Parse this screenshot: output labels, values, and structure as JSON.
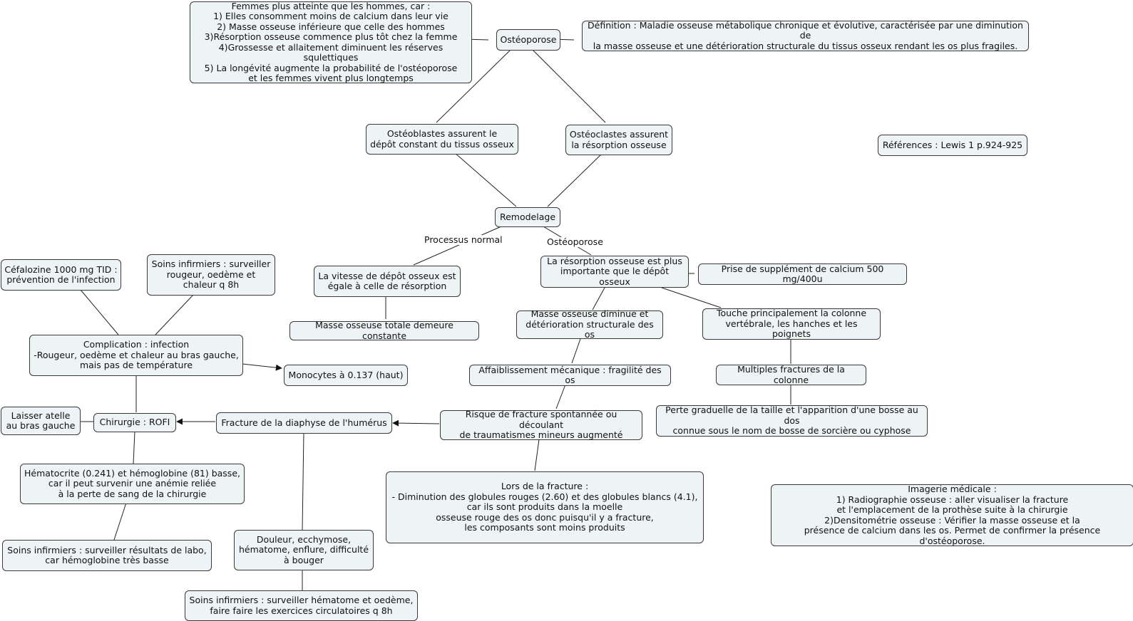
{
  "nodes": {
    "osteoporose": "Ostéoporose",
    "femmes": "Femmes plus atteinte que les hommes, car :\n1) Elles consomment moins de calcium dans leur vie\n2) Masse osseuse inférieure que celle des hommes\n3)Résorption osseuse commence plus tôt chez la femme\n4)Grossesse et allaitement diminuent les réserves squlettiques\n5) La longévité augmente la probabilité de l'ostéoporose\net les femmes vivent plus longtemps",
    "definition": "Définition : Maladie osseuse métabolique chronique et évolutive, caractérisée par une diminution de\nla masse osseuse et une détérioration structurale du tissus osseux rendant les os plus fragiles.",
    "osteoblastes": "Ostéoblastes assurent le\ndépôt constant du tissus osseux",
    "osteoclastes": "Ostéoclastes assurent\nla résorption osseuse",
    "references": "Références : Lewis 1 p.924-925",
    "remodelage": "Remodelage",
    "vitesse": "La vitesse de dépôt osseux est\négale à celle de résorption",
    "masse_constante": "Masse osseuse totale demeure constante",
    "resorption": "La résorption osseuse est plus\nimportante que le dépôt osseux",
    "calcium": "Prise de supplément de calcium 500 mg/400u",
    "masse_diminue": "Masse osseuse diminue et\ndétérioration structurale des os",
    "touche": "Touche principalement la colonne\nvertébrale, les hanches et les poignets",
    "affaiblissement": "Affaiblissement mécanique : fragilité des os",
    "multiples": "Multiples fractures de la colonne",
    "perte": "Perte graduelle de la taille et l'apparition d'une bosse au dos\nconnue sous le nom de bosse de sorcière ou cyphose",
    "risque": "Risque de fracture spontannée ou découlant\nde traumatismes mineurs augmenté",
    "fracture_humerus": "Fracture de la diaphyse de l'humérus",
    "lors_fracture": "Lors de la fracture :\n- Diminution des globules rouges (2.60) et des  globules blancs (4.1),\ncar ils sont produits dans la moelle\nosseuse rouge des os donc puisqu'il y a fracture,\nles composants sont moins produits",
    "imagerie": "Imagerie médicale :\n1) Radiographie osseuse : aller visualiser la fracture\net l'emplacement de la prothèse suite à la chirurgie\n2)Densitométrie osseuse : Vérifier la masse osseuse et la\nprésence de calcium dans les os. Permet de confirmer la présence d'ostéoporose.",
    "chirurgie": "Chirurgie : ROFI",
    "atelle": "Laisser atelle\nau bras gauche",
    "complication": "Complication : infection\n-Rougeur, oedème et chaleur au bras gauche,\nmais pas de température",
    "monocytes": "Monocytes à 0.137 (haut)",
    "cefalozine": "Céfalozine 1000 mg TID :\nprévention de l'infection",
    "soins_rougeur": "Soins infirmiers : surveiller\nrougeur, oedème et\nchaleur q 8h",
    "hematocrite": "Hématocrite (0.241) et hémoglobine (81) basse,\ncar il peut survenir une anémie reliée\nà la perte de sang de la chirurgie",
    "soins_labo": "Soins infirmiers : surveiller résultats de labo,\ncar hémoglobine très basse",
    "douleur": "Douleur, ecchymose,\nhématome, enflure, difficulté\nà bouger",
    "soins_hematome": "Soins infirmiers : surveiller hématome et oedème,\nfaire faire les exercices circulatoires q 8h"
  },
  "labels": {
    "processus_normal": "Processus normal",
    "osteoporose_branch": "Ostéoporose"
  },
  "colors": {
    "node_fill": "#eef3f6",
    "node_border": "#3a3a3a",
    "line": "#222222"
  }
}
